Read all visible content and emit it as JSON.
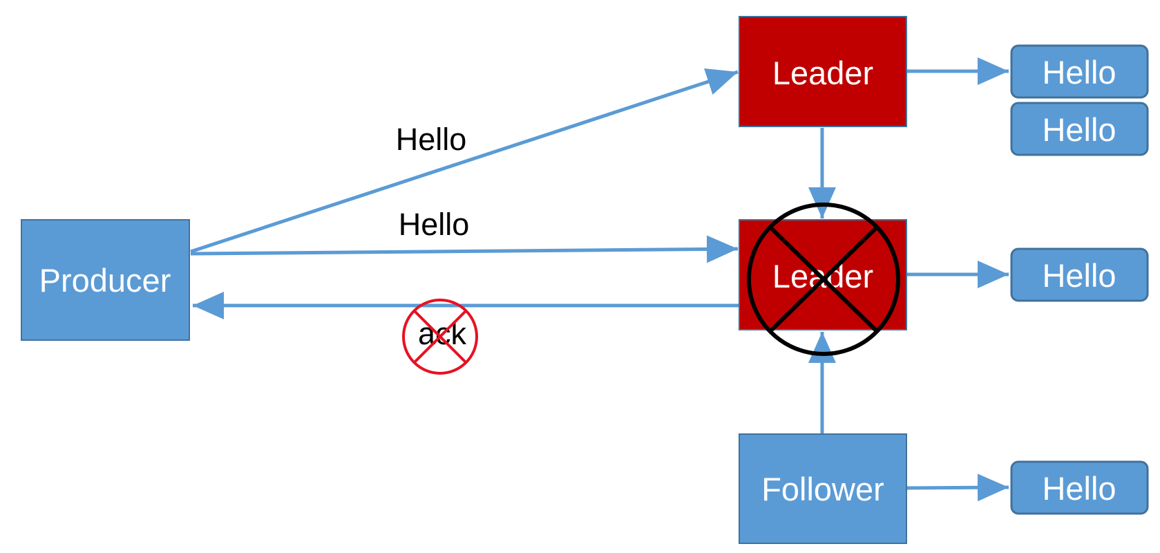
{
  "colors": {
    "blue": "#5b9bd5",
    "blue_border": "#41719c",
    "red": "#c00000",
    "cross_black": "#000000",
    "cross_red": "#e81123",
    "edge": "#5b9bd5"
  },
  "nodes": {
    "producer": "Producer",
    "leader_top": "Leader",
    "leader_mid": "Leader",
    "follower": "Follower",
    "msg_top_1": "Hello",
    "msg_top_2": "Hello",
    "msg_mid": "Hello",
    "msg_bottom": "Hello"
  },
  "edge_labels": {
    "send_top": "Hello",
    "send_mid": "Hello",
    "ack": "ack"
  },
  "icons": {
    "failed_leader": "crossed-circle-icon",
    "failed_ack": "crossed-circle-icon"
  }
}
